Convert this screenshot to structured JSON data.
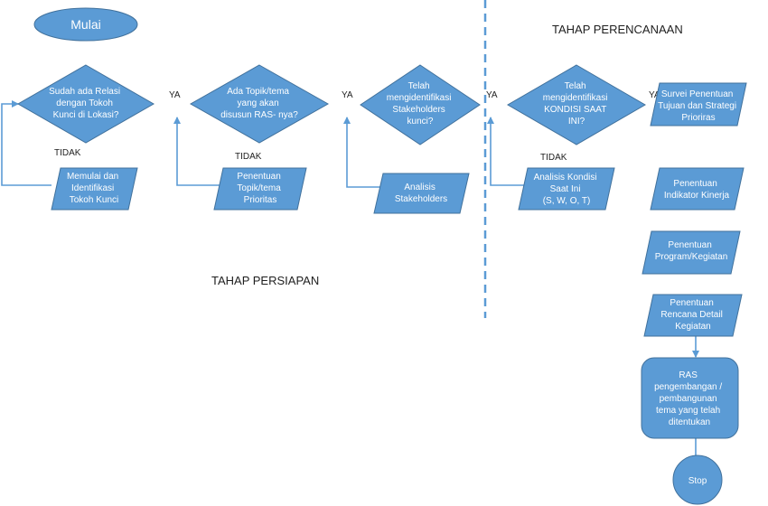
{
  "start": {
    "label": "Mulai"
  },
  "stop": {
    "label": "Stop"
  },
  "phase_labels": {
    "preparation": "TAHAP PERSIAPAN",
    "planning": "TAHAP PERENCANAAN"
  },
  "edge_labels": {
    "yes": "YA",
    "no": "TIDAK"
  },
  "decisions": [
    {
      "lines": [
        "Sudah ada Relasi",
        "dengan Tokoh",
        "Kunci di Lokasi?"
      ]
    },
    {
      "lines": [
        "Ada Topik/tema",
        "yang akan",
        "disusun RAS- nya?"
      ]
    },
    {
      "lines": [
        "Telah",
        "mengidentifikasi",
        "Stakeholders",
        "kunci?"
      ]
    },
    {
      "lines": [
        "Telah",
        "mengidentifikasi",
        "KONDISI SAAT",
        "INI?"
      ]
    }
  ],
  "actions": [
    {
      "lines": [
        "Memulai dan",
        "Identifikasi",
        "Tokoh Kunci"
      ]
    },
    {
      "lines": [
        "Penentuan",
        "Topik/tema",
        "Prioritas"
      ]
    },
    {
      "lines": [
        "Analisis",
        "Stakeholders"
      ]
    },
    {
      "lines": [
        "Analisis Kondisi",
        "Saat Ini",
        "(S, W, O, T)"
      ]
    }
  ],
  "planning_steps": [
    {
      "lines": [
        "Survei Penentuan",
        "Tujuan dan Strategi",
        "Prioriras"
      ]
    },
    {
      "lines": [
        "Penentuan",
        "Indikator Kinerja"
      ]
    },
    {
      "lines": [
        "Penentuan",
        "Program/Kegiatan"
      ]
    },
    {
      "lines": [
        "Penentuan",
        "Rencana Detail",
        "Kegiatan"
      ]
    }
  ],
  "output": {
    "lines": [
      "RAS",
      "pengembangan /",
      "pembangunan",
      "tema yang telah",
      "ditentukan"
    ]
  }
}
